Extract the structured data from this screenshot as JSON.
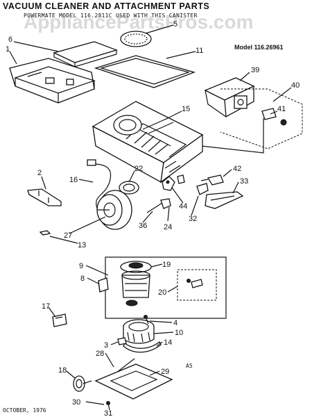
{
  "header": {
    "title": "VACUUM CLEANER AND ATTACHMENT PARTS",
    "subtitle": "POWERMATE MODEL 116.2811C USED WITH THIS CANISTER",
    "model": "Model 116.26961"
  },
  "watermark": "AppliancePartsPros.com",
  "footer": {
    "date": "OCTOBER, 1976",
    "code": "A5"
  },
  "callouts": [
    {
      "id": "1",
      "label": "1"
    },
    {
      "id": "6",
      "label": "6"
    },
    {
      "id": "5",
      "label": "5"
    },
    {
      "id": "11",
      "label": "11"
    },
    {
      "id": "39",
      "label": "39"
    },
    {
      "id": "40",
      "label": "40"
    },
    {
      "id": "41",
      "label": "41"
    },
    {
      "id": "15",
      "label": "15"
    },
    {
      "id": "2",
      "label": "2"
    },
    {
      "id": "22",
      "label": "22"
    },
    {
      "id": "16",
      "label": "16"
    },
    {
      "id": "42",
      "label": "42"
    },
    {
      "id": "33",
      "label": "33"
    },
    {
      "id": "44",
      "label": "44"
    },
    {
      "id": "32",
      "label": "32"
    },
    {
      "id": "24",
      "label": "24"
    },
    {
      "id": "36",
      "label": "36"
    },
    {
      "id": "27",
      "label": "27"
    },
    {
      "id": "13",
      "label": "13"
    },
    {
      "id": "9",
      "label": "9"
    },
    {
      "id": "19",
      "label": "19"
    },
    {
      "id": "8",
      "label": "8"
    },
    {
      "id": "20",
      "label": "20"
    },
    {
      "id": "17",
      "label": "17"
    },
    {
      "id": "4",
      "label": "4"
    },
    {
      "id": "10",
      "label": "10"
    },
    {
      "id": "3",
      "label": "3"
    },
    {
      "id": "14",
      "label": "14"
    },
    {
      "id": "28",
      "label": "28"
    },
    {
      "id": "18",
      "label": "18"
    },
    {
      "id": "29",
      "label": "29"
    },
    {
      "id": "30",
      "label": "30"
    },
    {
      "id": "31",
      "label": "31"
    }
  ]
}
